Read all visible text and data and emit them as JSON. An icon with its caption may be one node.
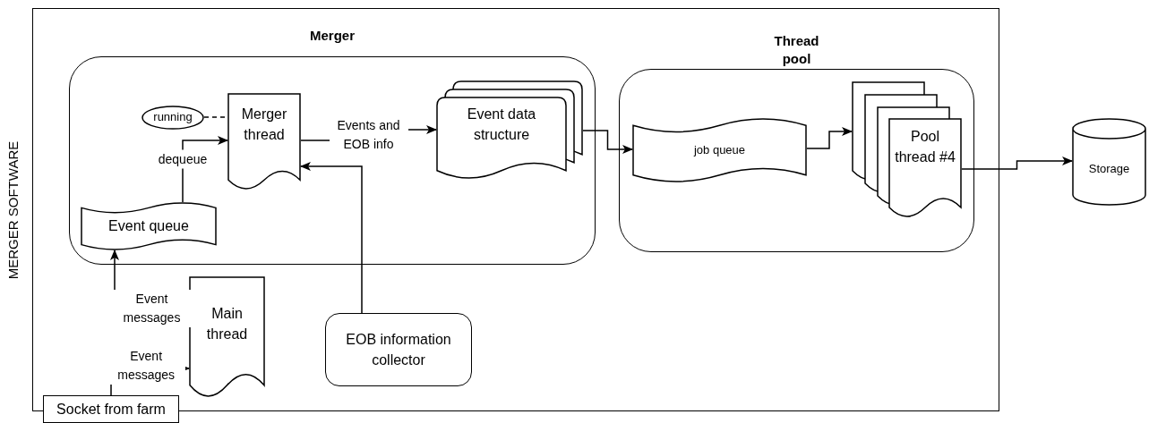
{
  "diagram": {
    "nodes": [
      {
        "text": [
          "MERGER SOFTWARE"
        ]
      },
      {
        "text": [
          "Merger"
        ],
        "in": 0
      },
      {
        "text": [
          "running"
        ],
        "in": 1
      },
      {
        "text": [
          "Merger thread"
        ],
        "in": 1
      },
      {
        "text": [
          "Event data structure"
        ],
        "in": 1
      },
      {
        "text": [
          "Event queue"
        ],
        "in": 1
      },
      {
        "text": [
          "Thread pool"
        ],
        "in": 0
      },
      {
        "text": [
          "job queue"
        ],
        "in": 6
      },
      {
        "text": [
          "Pool thread #4"
        ],
        "in": 6
      },
      {
        "text": [
          "Storage"
        ]
      },
      {
        "text": [
          "Main thread"
        ],
        "in": 0
      },
      {
        "text": [
          "EOB information collector"
        ],
        "in": 0
      },
      {
        "text": [
          "Socket from farm"
        ]
      }
    ],
    "edges": [
      {
        "from": 2,
        "to": 3,
        "arrow": "none",
        "style": "dashed"
      },
      {
        "from": 5,
        "to": 3,
        "arrow": "to",
        "label": "dequeue"
      },
      {
        "from": 3,
        "to": 4,
        "arrow": "to",
        "label": "Events and EOB info"
      },
      {
        "from": 4,
        "to": 7,
        "arrow": "to"
      },
      {
        "from": 7,
        "to": 8,
        "arrow": "to"
      },
      {
        "from": 8,
        "to": 9,
        "arrow": "to"
      },
      {
        "from": 11,
        "to": 3,
        "arrow": "to"
      },
      {
        "from": 10,
        "to": 5,
        "arrow": "to",
        "label": "Event messages"
      },
      {
        "from": 12,
        "to": 10,
        "arrow": "to",
        "label": "Event messages"
      }
    ]
  }
}
